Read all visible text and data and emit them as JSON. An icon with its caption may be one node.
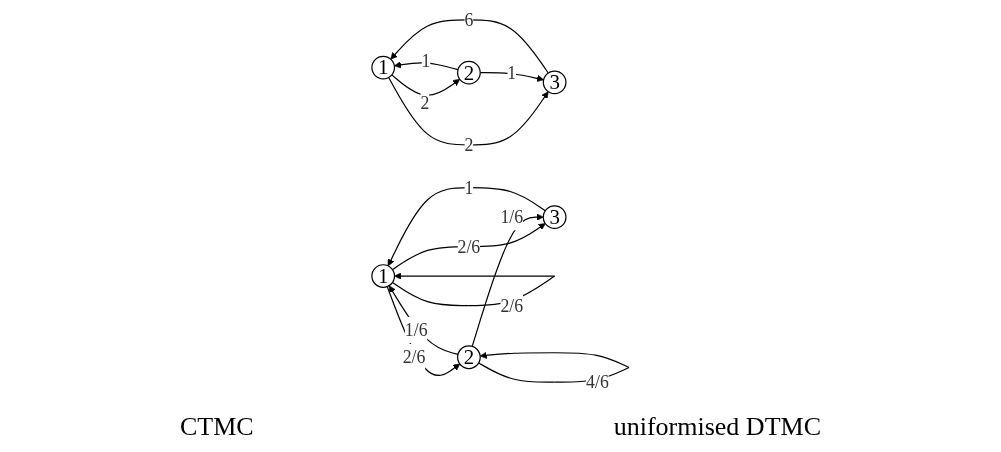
{
  "diagram": {
    "nodes": [
      {
        "text": [
          "1"
        ]
      },
      {
        "text": [
          "2"
        ]
      },
      {
        "text": [
          "3"
        ]
      },
      {
        "text": [
          "1"
        ]
      },
      {
        "text": [
          "2"
        ]
      },
      {
        "text": [
          "3"
        ]
      }
    ],
    "edges": [
      {
        "from": 0,
        "to": 1,
        "arrow": "to",
        "label": "2"
      },
      {
        "from": 1,
        "to": 0,
        "arrow": "to",
        "label": "1"
      },
      {
        "from": 0,
        "to": 2,
        "arrow": "to",
        "label": "2"
      },
      {
        "from": 2,
        "to": 0,
        "arrow": "to",
        "label": "6"
      },
      {
        "from": 1,
        "to": 2,
        "arrow": "to",
        "label": "1"
      },
      {
        "from": 3,
        "to": 3,
        "arrow": "to",
        "label": "2/6"
      },
      {
        "from": 3,
        "to": 4,
        "arrow": "to",
        "label": "2/6"
      },
      {
        "from": 4,
        "to": 3,
        "arrow": "to",
        "label": "1/6"
      },
      {
        "from": 4,
        "to": 4,
        "arrow": "to",
        "label": "4/6"
      },
      {
        "from": 3,
        "to": 5,
        "arrow": "to",
        "label": "2/6"
      },
      {
        "from": 5,
        "to": 3,
        "arrow": "to",
        "label": "1"
      },
      {
        "from": 4,
        "to": 5,
        "arrow": "to",
        "label": "1/6"
      }
    ],
    "labels": [
      "CTMC",
      "uniformised DTMC"
    ]
  }
}
